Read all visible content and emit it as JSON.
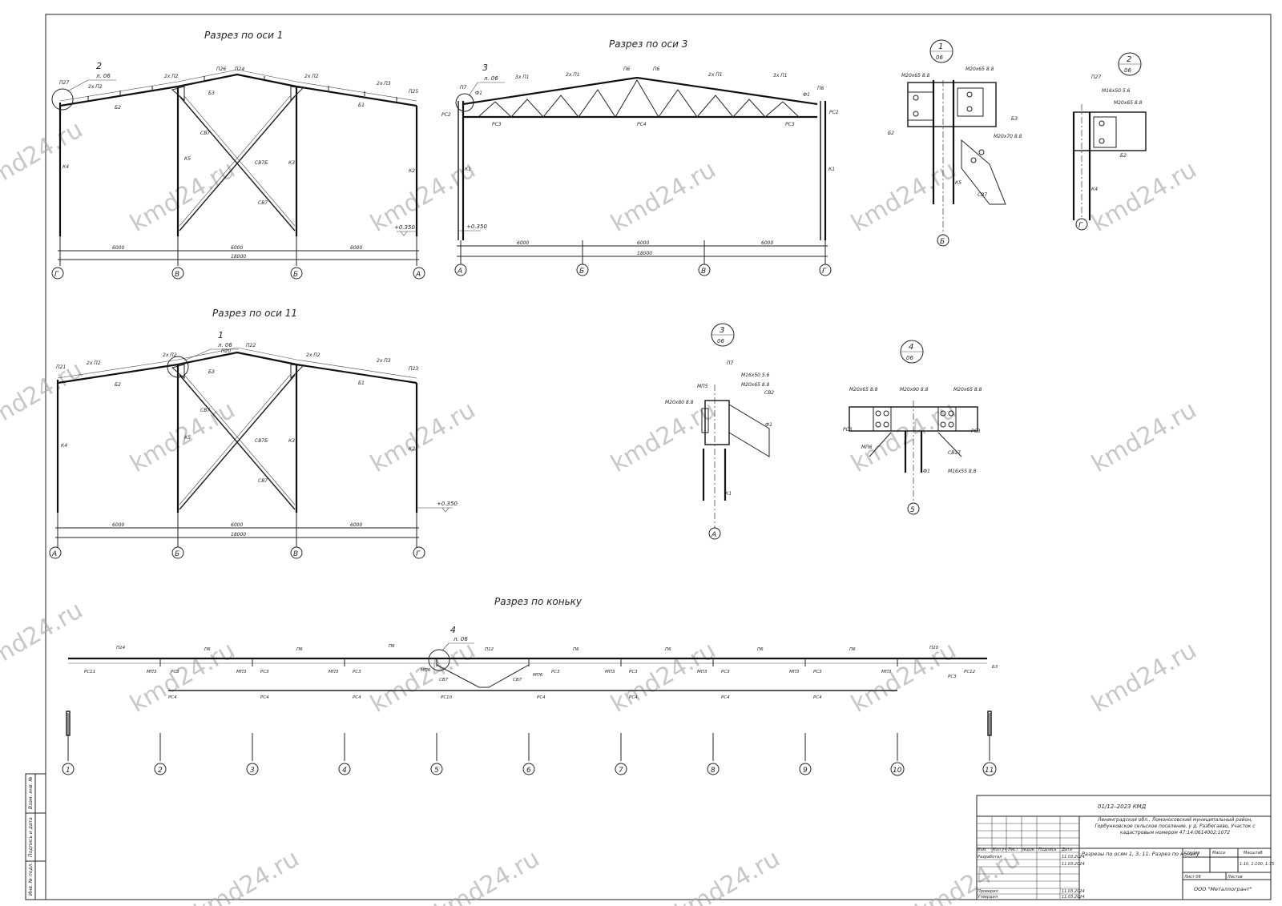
{
  "watermark": "kmd24.ru",
  "views": {
    "section1": {
      "title": "Разрез по оси 1",
      "callout": {
        "num": "2",
        "sheet": "л. 06"
      }
    },
    "section3": {
      "title": "Разрез по оси 3",
      "callout": {
        "num": "3",
        "sheet": "л. 06"
      }
    },
    "section11": {
      "title": "Разрез по оси 11",
      "callout": {
        "num": "1",
        "sheet": "л. 06"
      }
    },
    "ridge": {
      "title": "Разрез по коньку",
      "callout": {
        "num": "4",
        "sheet": "л. 06"
      }
    }
  },
  "details": [
    {
      "num": "1",
      "sheet": "06"
    },
    {
      "num": "2",
      "sheet": "06"
    },
    {
      "num": "3",
      "sheet": "06"
    },
    {
      "num": "4",
      "sheet": "06"
    }
  ],
  "axes": {
    "section1": [
      "Г",
      "В",
      "Б",
      "А"
    ],
    "section3": [
      "А",
      "Б",
      "В",
      "Г"
    ],
    "section11": [
      "А",
      "Б",
      "В",
      "Г"
    ],
    "ridge": [
      "1",
      "2",
      "3",
      "4",
      "5",
      "6",
      "7",
      "8",
      "9",
      "10",
      "11"
    ],
    "detail1": "Б",
    "detail2": "Г",
    "detail3": "А",
    "detail4": "5"
  },
  "dimensions": {
    "span": "6000",
    "total": "18000",
    "level": "+0.350"
  },
  "labels": {
    "s1": [
      "П27",
      "2х П2",
      "П26",
      "П24",
      "2х П2",
      "2х П3",
      "П25",
      "Б2",
      "Б3",
      "Б1",
      "СВ7",
      "СВ7Б",
      "СВ7",
      "К4",
      "К5",
      "К3",
      "К2"
    ],
    "s3": [
      "П7",
      "Ф1",
      "3х П1",
      "2х П1",
      "П6",
      "П6",
      "2х П1",
      "3х П1",
      "Ф1",
      "П6",
      "РС2",
      "РС2",
      "РС3",
      "РС4",
      "РС3",
      "К1",
      "К1"
    ],
    "s11": [
      "П21",
      "2х П2",
      "2х П2",
      "П20",
      "П22",
      "2х П2",
      "2х П3",
      "П23",
      "Б2",
      "Б3",
      "Б1",
      "СВ7",
      "СВ7Б",
      "СВ7",
      "К4",
      "К5",
      "К3",
      "К2"
    ],
    "ridge": [
      "П24",
      "П6",
      "П6",
      "П6",
      "П12",
      "П6",
      "П6",
      "П6",
      "П6",
      "П20",
      "Б3",
      "РС11",
      "МП3",
      "РС3",
      "МП3",
      "РС3",
      "МП3",
      "РС3",
      "МП6",
      "СВ7",
      "СВ7",
      "МП6",
      "РС3",
      "МП3",
      "РС3",
      "МП3",
      "РС3",
      "МП3",
      "РС3",
      "МП3",
      "РС3",
      "РС12",
      "РС4",
      "РС4",
      "РС4",
      "РС10",
      "РС4",
      "РС4",
      "РС4",
      "РС4"
    ],
    "d1": [
      "М20х65 8.8",
      "М20х65 8.8",
      "М20х70 8.8",
      "Б2",
      "Б3",
      "К5",
      "СВ7"
    ],
    "d2": [
      "П27",
      "М16х50 5.6",
      "М20х65 8.8",
      "Б2",
      "К4"
    ],
    "d3": [
      "П7",
      "М16х50 5.6",
      "М20х65 8.8",
      "МП5",
      "М20х80 8.8",
      "СВ2",
      "Ф1",
      "К1"
    ],
    "d4": [
      "М20х65 8.8",
      "М20х90 8.8",
      "М20х65 8.8",
      "РС3",
      "РС3",
      "МП6",
      "СВ17",
      "М16х55 8.8",
      "Ф1"
    ]
  },
  "stamp": {
    "code": "01/12–2023 КМД",
    "address": "Ленинградская обл., Ломоносовский муниципальный район, Горбунковское сельское поселение, у д. Разбегаево, Участок с кадастровым номером 47:14:0614002:1072",
    "sheet_title": "Разрезы по осям 1, 3, 11. Разрез по коньку",
    "cols": [
      "Изм.",
      "Кол.уч",
      "Лист",
      "№док.",
      "Подпись",
      "Дата"
    ],
    "roles": [
      "Разработал",
      "Проверил",
      "Утвердил"
    ],
    "date": "11.03.2024",
    "stage_h": "Стадия",
    "mass_h": "Масса",
    "scale_h": "Масштаб",
    "scale": "1:10, 1:100, 1:75",
    "sheet": "Лист 06",
    "sheets": "Листов",
    "org": "ООО \"Металлогрант\"",
    "side": [
      "Инв. № подл.",
      "Подпись и дата",
      "Взам. инв. №"
    ]
  }
}
